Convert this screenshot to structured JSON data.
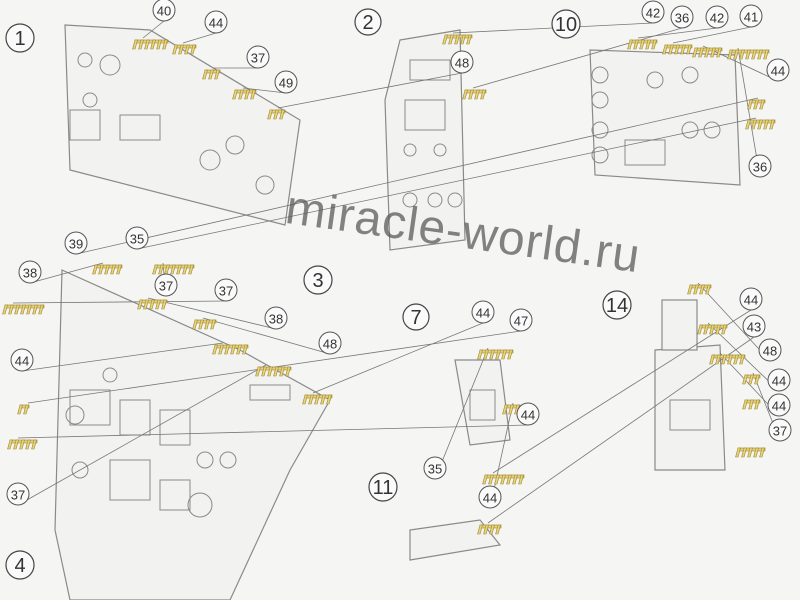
{
  "steps": [
    "1",
    "2",
    "10",
    "3",
    "4",
    "7",
    "11",
    "14"
  ],
  "callouts": [
    "40",
    "44",
    "37",
    "49",
    "48",
    "42",
    "36",
    "42",
    "41",
    "44",
    "36",
    "39",
    "35",
    "38",
    "37",
    "37",
    "38",
    "48",
    "44",
    "37",
    "44",
    "47",
    "44",
    "35",
    "44",
    "44",
    "43",
    "48",
    "44",
    "44",
    "37"
  ],
  "watermark": "miracle-world.ru",
  "colors": {
    "etch": "#e8d27a",
    "line": "#8a8a8a"
  }
}
